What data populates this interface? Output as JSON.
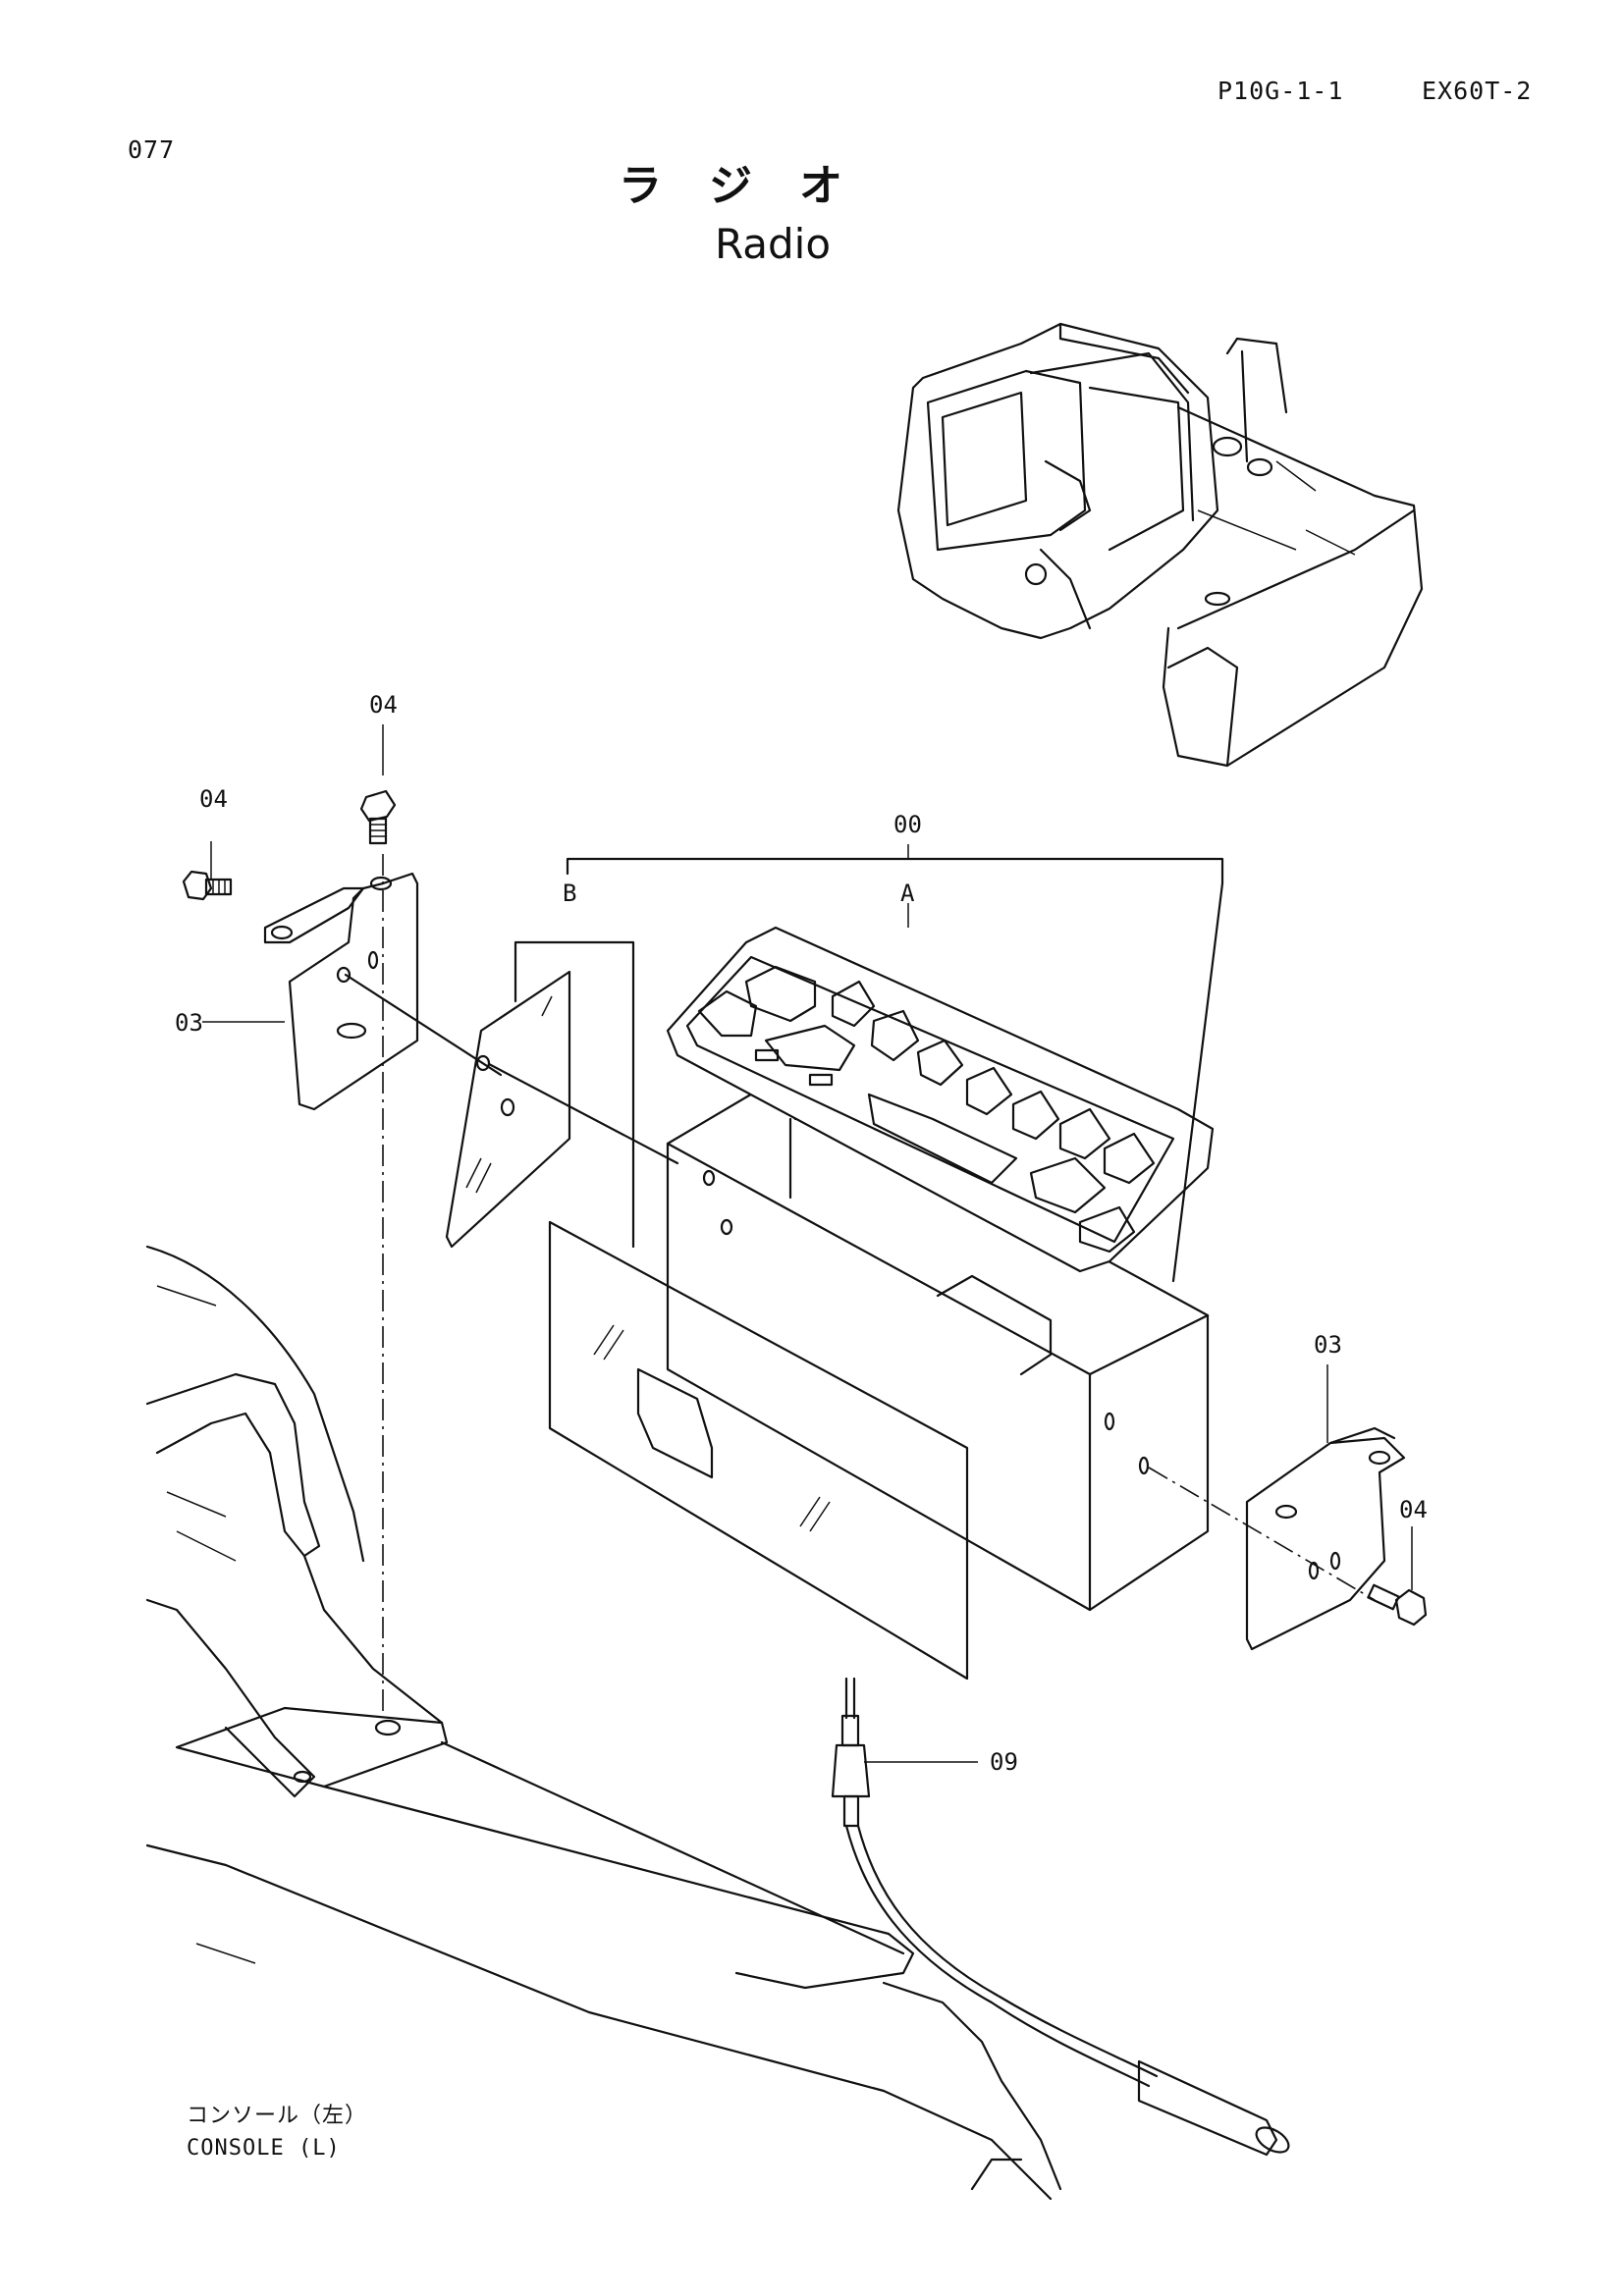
{
  "header": {
    "sheet_code": "P10G-1-1",
    "model": "EX60T-2",
    "page_number": "077"
  },
  "title": {
    "japanese": "ラ　ジ　オ",
    "english": "Radio"
  },
  "callouts": {
    "c00": "00",
    "cA": "A",
    "cB": "B",
    "c03_left": "03",
    "c04_top": "04",
    "c04_left": "04",
    "c03_right": "03",
    "c04_right": "04",
    "c09": "09"
  },
  "console_label": {
    "japanese": "コンソール（左）",
    "english": "CONSOLE (L)"
  }
}
